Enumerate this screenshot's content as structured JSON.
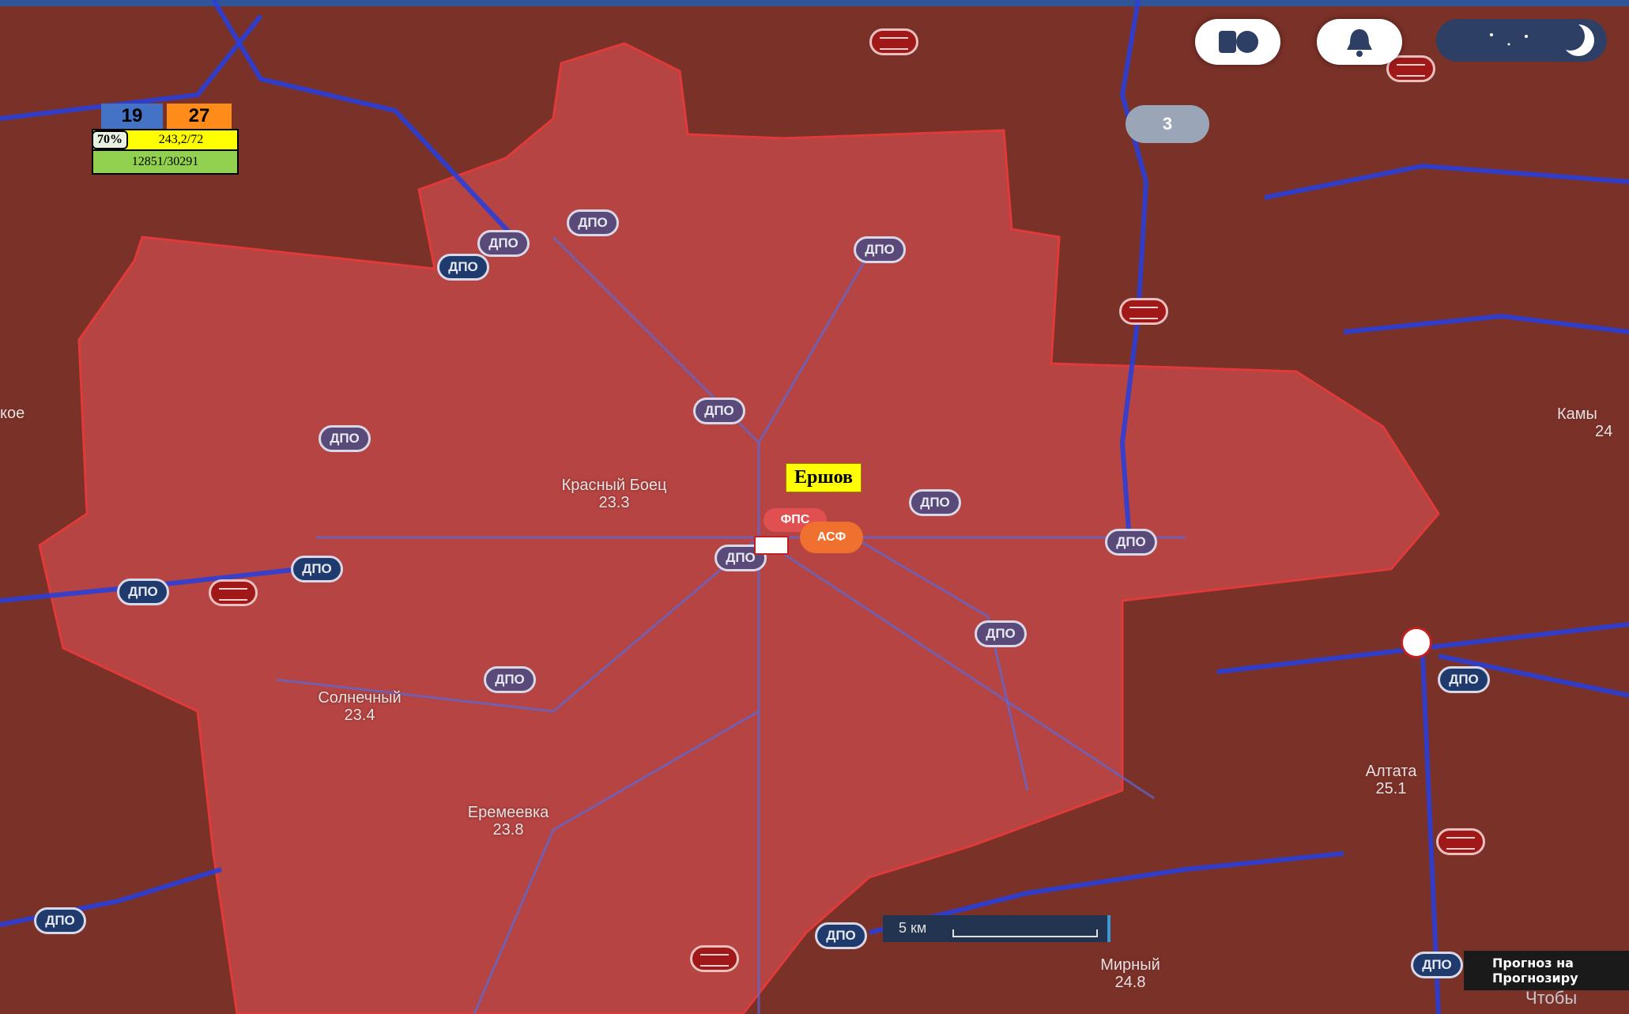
{
  "map": {
    "city_label": "Ершов",
    "places": [
      {
        "name": "Красный Боец",
        "value": "23.3"
      },
      {
        "name": "Солнечный",
        "value": "23.4"
      },
      {
        "name": "Еремеевка",
        "value": "23.8"
      },
      {
        "name": "Алтата",
        "value": "25.1"
      },
      {
        "name": "Мирный",
        "value": "24.8"
      },
      {
        "name": "Камы",
        "value": "24"
      }
    ],
    "edge_label_left": "кое",
    "pin_label": "ДПО",
    "fps_label": "ФПС",
    "asf_label": "АСФ",
    "cluster_count": "3",
    "scale_label": "5 км"
  },
  "stats": {
    "blue_count": "19",
    "orange_count": "27",
    "percent": "70%",
    "yellow_value": "243,2/72",
    "green_value": "12851/30291"
  },
  "forecast": {
    "title": "Прогноз на",
    "subtitle": "Прогнозиру",
    "hint": "Чтобы"
  },
  "colors": {
    "territory_dark": "#7a3128",
    "polygon_fill": "#c04848",
    "roads": "#2a3fd8",
    "highlight": "#ffff00"
  },
  "icons": [
    "layers-icon",
    "bell-icon",
    "night-mode-icon"
  ]
}
